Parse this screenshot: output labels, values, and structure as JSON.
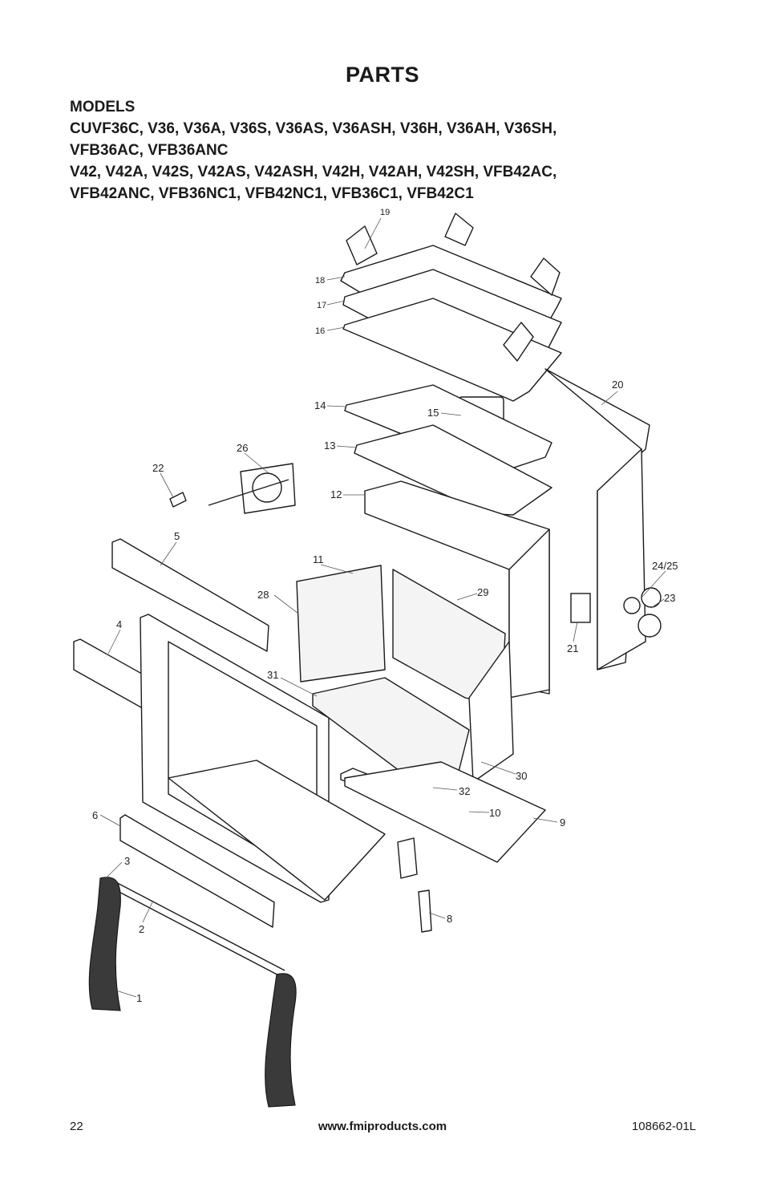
{
  "page": {
    "title": "PARTS",
    "models_heading": "MODELS",
    "models_lines": [
      "CUVF36C, V36, V36A, V36S, V36AS, V36ASH, V36H, V36AH, V36SH,",
      "VFB36AC, VFB36ANC",
      "V42, V42A, V42S, V42AS, V42ASH, V42H, V42AH, V42SH, VFB42AC,",
      "VFB42ANC, VFB36NC1, VFB42NC1, VFB36C1, VFB42C1"
    ]
  },
  "diagram": {
    "callouts": [
      "19",
      "18",
      "17",
      "16",
      "20",
      "14",
      "15",
      "13",
      "26",
      "22",
      "12",
      "5",
      "11",
      "24/25",
      "28",
      "29",
      "23",
      "4",
      "21",
      "31",
      "30",
      "32",
      "10",
      "9",
      "6",
      "3",
      "8",
      "2",
      "1"
    ]
  },
  "footer": {
    "page_number": "22",
    "website": "www.fmiproducts.com",
    "doc_number": "108662-01L"
  }
}
